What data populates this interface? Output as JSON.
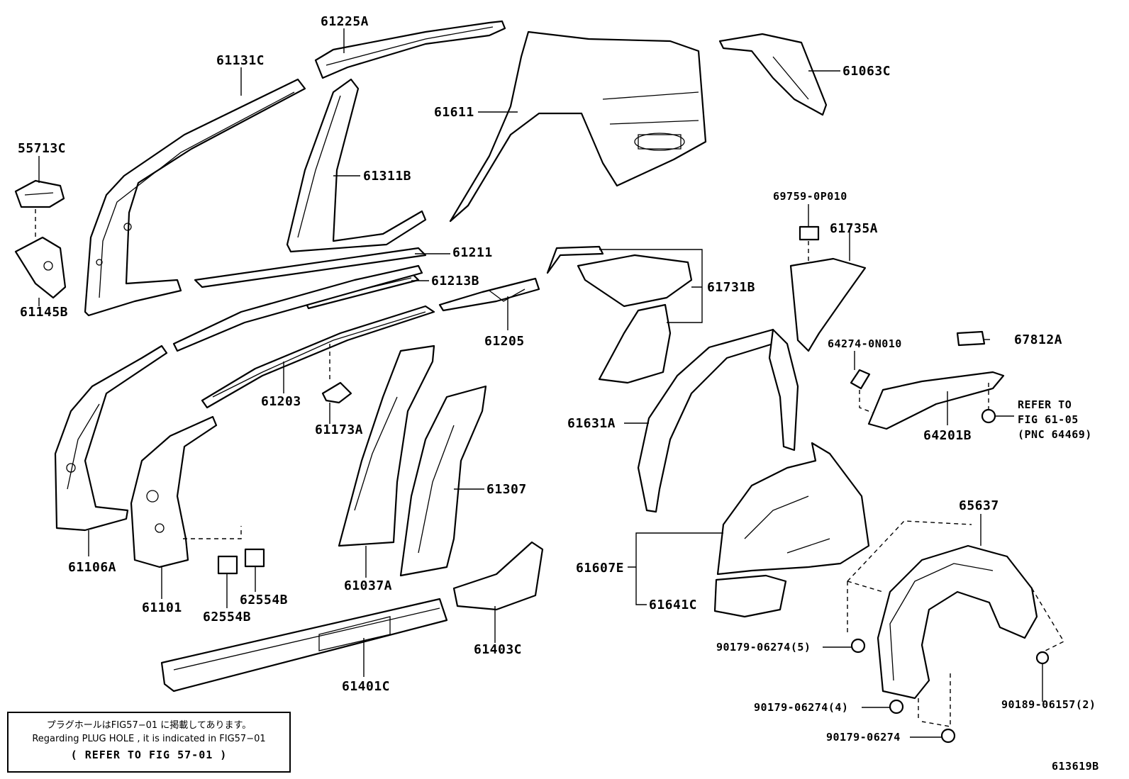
{
  "labels": {
    "p61225A": "61225A",
    "p61131C": "61131C",
    "p55713C": "55713C",
    "p61145B": "61145B",
    "p61311B": "61311B",
    "p61611": "61611",
    "p61063C": "61063C",
    "p61211": "61211",
    "p61213B": "61213B",
    "p61205": "61205",
    "p61203": "61203",
    "p61173A": "61173A",
    "p61106A": "61106A",
    "p61101": "61101",
    "p62554B_a": "62554B",
    "p62554B_b": "62554B",
    "p61037A": "61037A",
    "p61307": "61307",
    "p61401C": "61401C",
    "p61403C": "61403C",
    "p69759": "69759-0P010",
    "p61735A": "61735A",
    "p61731B": "61731B",
    "p64274": "64274-0N010",
    "p67812A": "67812A",
    "p61631A": "61631A",
    "p64201B": "64201B",
    "refer1": "REFER TO",
    "refer2": "FIG 61-05",
    "refer3": "(PNC 64469)",
    "p65637": "65637",
    "p61607E": "61607E",
    "p61641C": "61641C",
    "p90179_5": "90179-06274(5)",
    "p90179_4": "90179-06274(4)",
    "p90179": "90179-06274",
    "p90189": "90189-06157(2)",
    "figure_id": "613619B"
  },
  "note": {
    "line1": "プラグホールはFIG57−01 に掲載してあります。",
    "line2": "Regarding PLUG HOLE , it is indicated in FIG57−01",
    "line3": "( REFER TO FIG 57-01 )"
  }
}
